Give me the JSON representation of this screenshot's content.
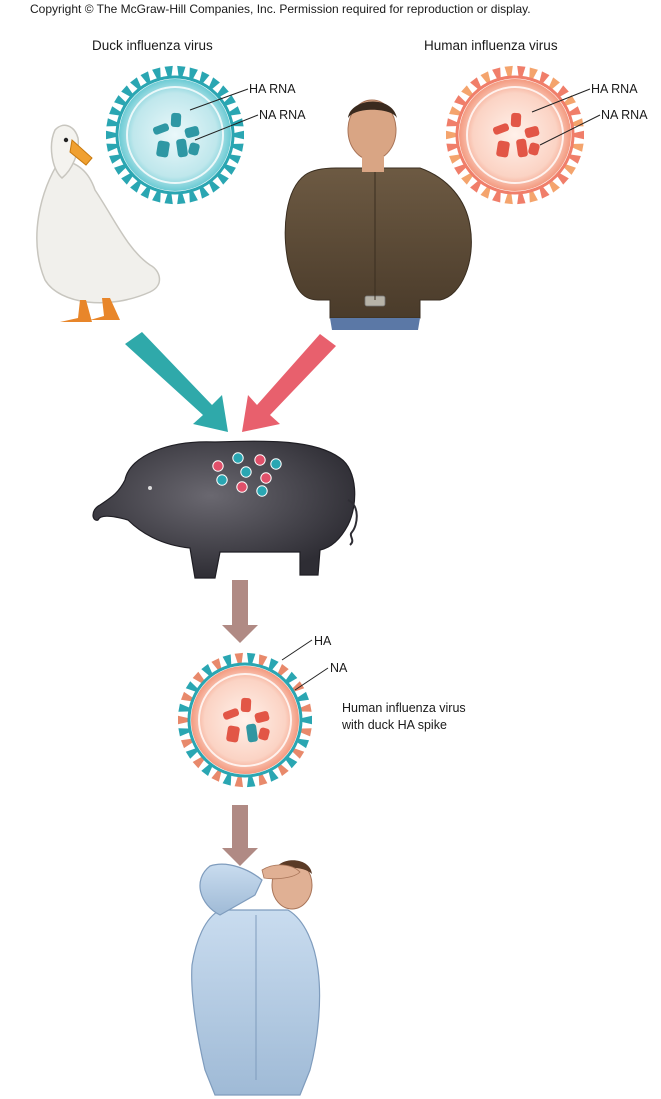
{
  "copyright": "Copyright © The McGraw-Hill Companies, Inc. Permission required for reproduction or display.",
  "duck_virus": {
    "title": "Duck influenza virus",
    "ha_label": "HA RNA",
    "na_label": "NA RNA",
    "color": "#2aa6b2"
  },
  "human_virus": {
    "title": "Human influenza virus",
    "ha_label": "HA RNA",
    "na_label": "NA RNA",
    "color": "#f07e6a"
  },
  "reassortant": {
    "ha_label": "HA",
    "na_label": "NA",
    "caption_line1": "Human influenza virus",
    "caption_line2": "with duck HA spike"
  },
  "colors": {
    "duck_arrow": "#2fa9aa",
    "human_arrow": "#e8606d",
    "flow_arrow": "#b08a84"
  },
  "icons": [
    "duck",
    "man",
    "pig",
    "sick-person"
  ]
}
